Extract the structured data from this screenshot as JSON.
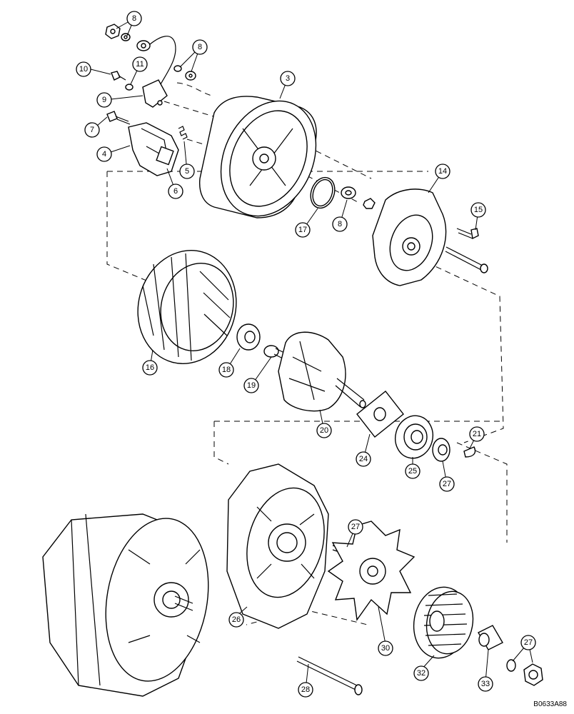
{
  "callouts": [
    {
      "id": "c8a",
      "label": "8"
    },
    {
      "id": "c8b",
      "label": "8"
    },
    {
      "id": "c10",
      "label": "10"
    },
    {
      "id": "c11",
      "label": "11"
    },
    {
      "id": "c9",
      "label": "9"
    },
    {
      "id": "c3",
      "label": "3"
    },
    {
      "id": "c7",
      "label": "7"
    },
    {
      "id": "c4",
      "label": "4"
    },
    {
      "id": "c5",
      "label": "5"
    },
    {
      "id": "c6",
      "label": "6"
    },
    {
      "id": "c14",
      "label": "14"
    },
    {
      "id": "c17",
      "label": "17"
    },
    {
      "id": "c8c",
      "label": "8"
    },
    {
      "id": "c15",
      "label": "15"
    },
    {
      "id": "c16",
      "label": "16"
    },
    {
      "id": "c18",
      "label": "18"
    },
    {
      "id": "c19",
      "label": "19"
    },
    {
      "id": "c20",
      "label": "20"
    },
    {
      "id": "c24",
      "label": "24"
    },
    {
      "id": "c25",
      "label": "25"
    },
    {
      "id": "c27a",
      "label": "27"
    },
    {
      "id": "c21",
      "label": "21"
    },
    {
      "id": "c27b",
      "label": "27"
    },
    {
      "id": "c26",
      "label": "26"
    },
    {
      "id": "c30",
      "label": "30"
    },
    {
      "id": "c32",
      "label": "32"
    },
    {
      "id": "c33",
      "label": "33"
    },
    {
      "id": "c27c",
      "label": "27"
    },
    {
      "id": "c28",
      "label": "28"
    }
  ],
  "drawing_code": "B0633A88"
}
